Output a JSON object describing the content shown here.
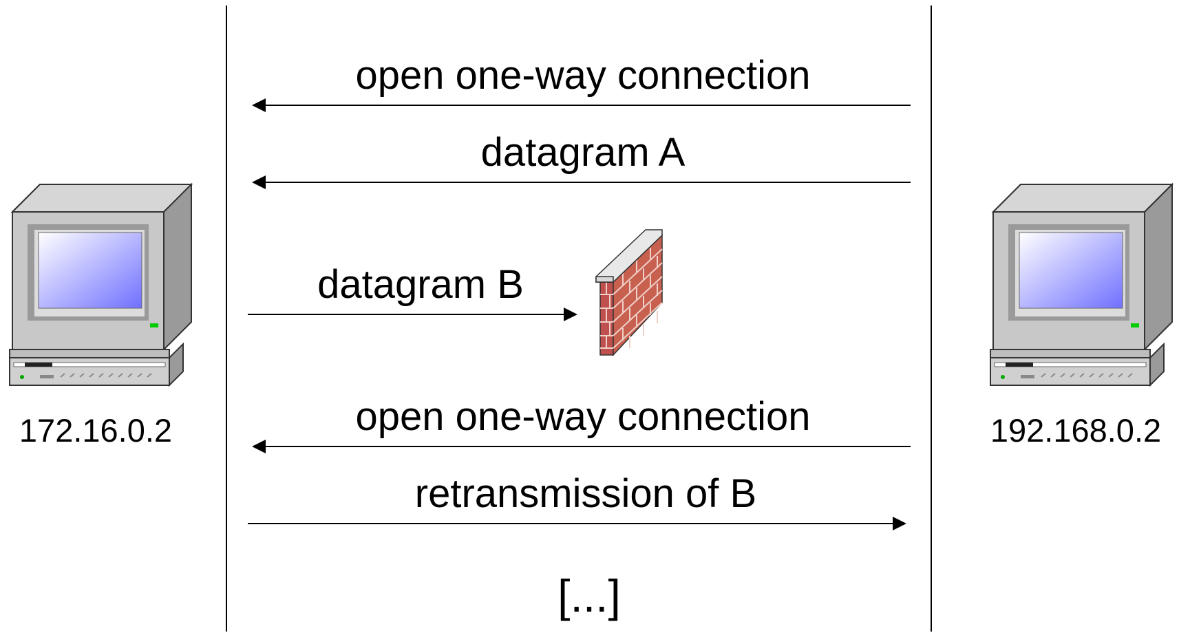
{
  "hosts": {
    "left": {
      "ip": "172.16.0.2",
      "icon": "desktop-computer-icon"
    },
    "right": {
      "ip": "192.168.0.2",
      "icon": "desktop-computer-icon"
    }
  },
  "messages": [
    {
      "label": "open one-way connection",
      "direction": "right-to-left"
    },
    {
      "label": "datagram A",
      "direction": "right-to-left"
    },
    {
      "label": "datagram B",
      "direction": "left-to-right",
      "blocked_by": "firewall"
    },
    {
      "label": "open one-way connection",
      "direction": "right-to-left"
    },
    {
      "label": "retransmission of B",
      "direction": "left-to-right"
    }
  ],
  "firewall": {
    "icon": "firewall-brick-wall-icon"
  },
  "continuation": "[...]",
  "colors": {
    "lines": "#000000",
    "screen": "#8080ff",
    "brick": "#c0504d",
    "case": "#c8c8c8"
  }
}
